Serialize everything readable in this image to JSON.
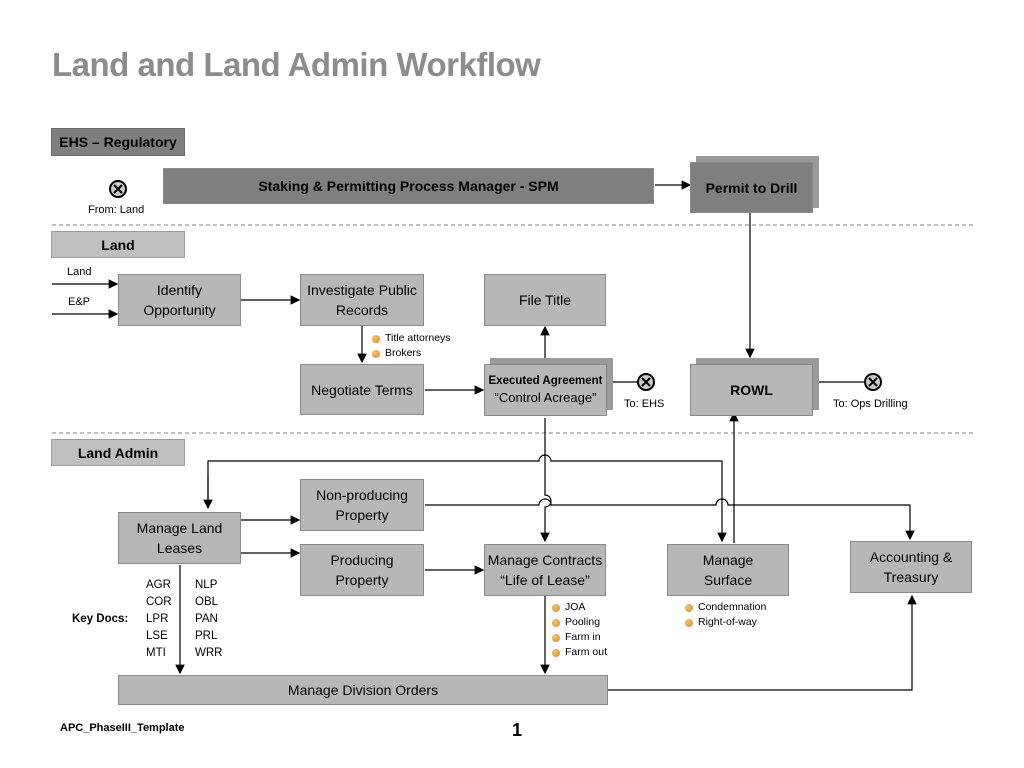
{
  "title": "Land and Land Admin Workflow",
  "lanes": {
    "ehs": "EHS – Regulatory",
    "land": "Land",
    "land_admin": "Land Admin"
  },
  "ehs": {
    "from_land": "From: Land",
    "spm": "Staking & Permitting Process Manager - SPM",
    "permit": "Permit to Drill"
  },
  "land": {
    "input_land": "Land",
    "input_ep": "E&P",
    "identify": "Identify Opportunity",
    "investigate": "Investigate Public Records",
    "investigate_bullets": [
      "Title attorneys",
      "Brokers"
    ],
    "file_title": "File Title",
    "negotiate": "Negotiate Terms",
    "executed_line1": "Executed Agreement",
    "executed_line2": "“Control Acreage”",
    "to_ehs": "To: EHS",
    "rowl": "ROWL",
    "to_ops": "To: Ops Drilling"
  },
  "land_admin": {
    "manage_leases": "Manage Land Leases",
    "non_producing": "Non-producing Property",
    "producing": "Producing Property",
    "contracts_line1": "Manage Contracts",
    "contracts_line2": "“Life of Lease”",
    "contracts_bullets": [
      "JOA",
      "Pooling",
      "Farm in",
      "Farm out"
    ],
    "surface": "Manage Surface",
    "surface_bullets": [
      "Condemnation",
      "Right-of-way"
    ],
    "accounting": "Accounting & Treasury",
    "division_orders": "Manage Division Orders",
    "key_docs_label": "Key Docs:",
    "key_docs_col1": [
      "AGR",
      "COR",
      "LPR",
      "LSE",
      "MTI"
    ],
    "key_docs_col2": [
      "NLP",
      "OBL",
      "PAN",
      "PRL",
      "WRR"
    ]
  },
  "footer": {
    "template": "APC_PhaseIII_Template",
    "page": "1"
  }
}
